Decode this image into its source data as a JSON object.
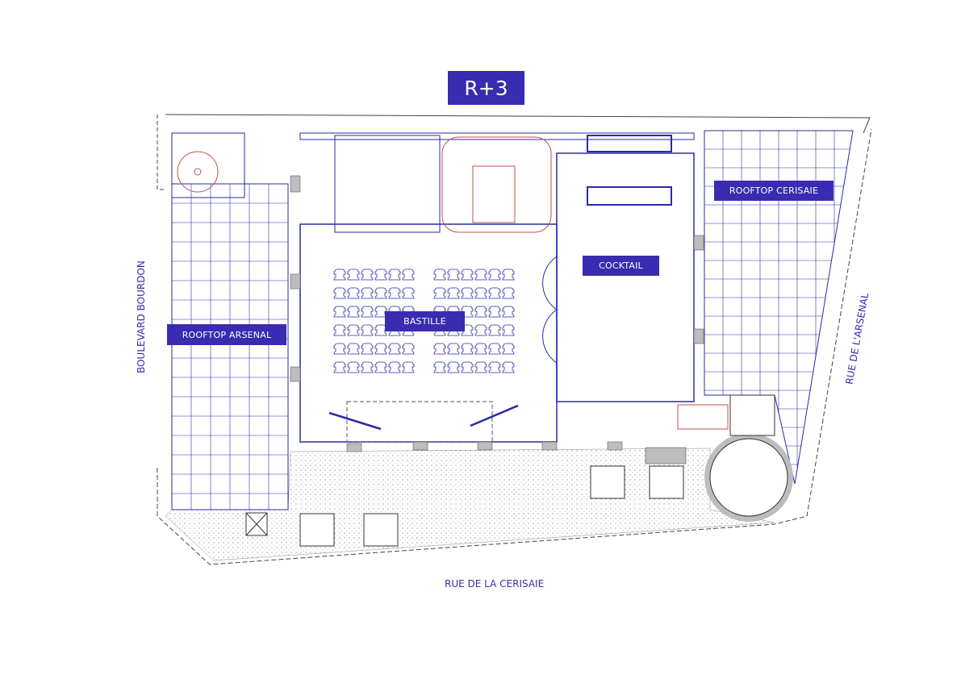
{
  "title": "R+3",
  "rooms": {
    "rooftop_arsenal": "ROOFTOP ARSENAL",
    "bastille": "BASTILLE",
    "cocktail": "COCKTAIL",
    "rooftop_cerisaie": "ROOFTOP CERISAIE"
  },
  "streets": {
    "west": "BOULEVARD BOURDON",
    "east": "RUE DE L'ARSENAL",
    "south": "RUE DE LA CERISAIE"
  },
  "seating": {
    "blocks": 2,
    "rows": 6,
    "chairs_per_row_per_block": 6
  },
  "colors": {
    "accent": "#3a2cb0",
    "line": "#2a2aa8",
    "stair": "#c0504d",
    "wall": "#bdbdbd"
  }
}
